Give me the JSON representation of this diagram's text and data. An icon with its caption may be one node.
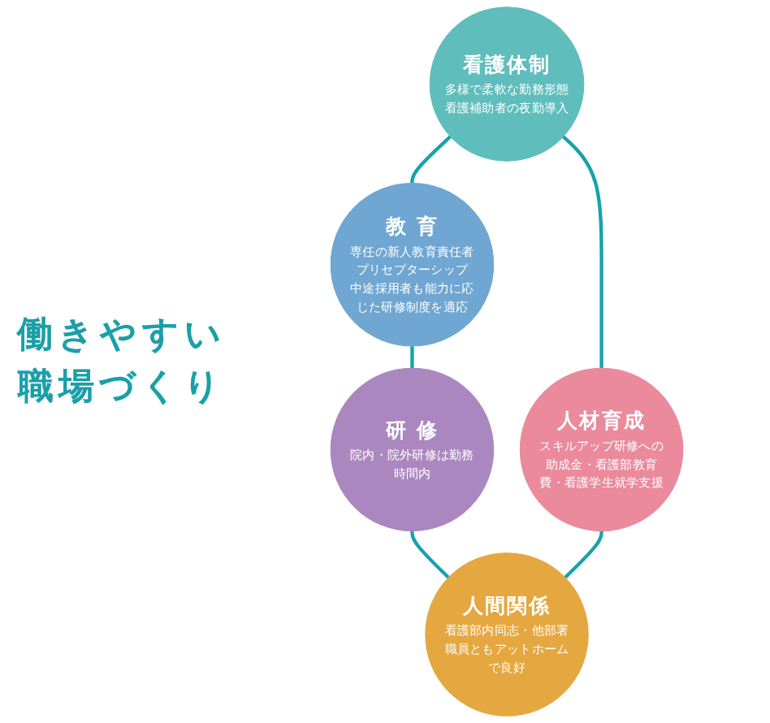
{
  "diagram": {
    "nodes": [
      {
        "text": [
          "看護体制",
          "多様で柔軟な勤務形態",
          "看護補助者の夜勤導入"
        ]
      },
      {
        "text": [
          "教 育",
          "専任の新人教育責任者",
          "プリセプターシップ",
          "中途採用者も能力に応じた研修制度を適応"
        ]
      },
      {
        "text": [
          "人材育成",
          "スキルアップ研修への助成金・看護部教育費・看護学生就学支援"
        ]
      },
      {
        "text": [
          "研 修",
          "院内・院外研修は勤務時間内"
        ]
      },
      {
        "text": [
          "人間関係",
          "看護部内同志・他部署職員ともアットホームで良好"
        ]
      }
    ],
    "edges": [
      {
        "from": 0,
        "to": 1,
        "arrow": "none"
      },
      {
        "from": 1,
        "to": 3,
        "arrow": "none"
      },
      {
        "from": 3,
        "to": 4,
        "arrow": "none"
      },
      {
        "from": 2,
        "to": 4,
        "arrow": "none"
      },
      {
        "from": 0,
        "to": 2,
        "arrow": "none"
      }
    ],
    "labels": [
      "働きやすい職場づくり"
    ]
  }
}
